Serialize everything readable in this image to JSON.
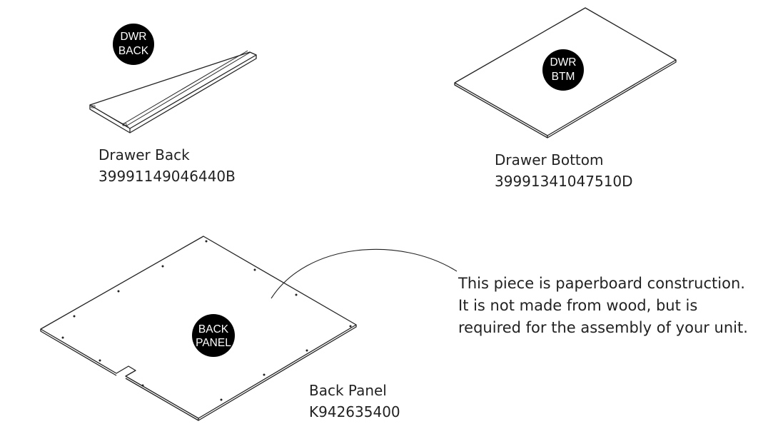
{
  "parts": [
    {
      "id": "drawer-back",
      "badge": [
        "DWR",
        "BACK"
      ],
      "name": "Drawer Back",
      "code": "39991149046440B"
    },
    {
      "id": "drawer-bottom",
      "badge": [
        "DWR",
        "BTM"
      ],
      "name": "Drawer Bottom",
      "code": "39991341047510D"
    },
    {
      "id": "back-panel",
      "badge": [
        "BACK",
        "PANEL"
      ],
      "name": "Back Panel",
      "code": "K942635400"
    }
  ],
  "note": {
    "lines": [
      "This piece is paperboard construction.",
      "It is not made from wood, but is",
      "required for the assembly of your unit."
    ]
  },
  "colors": {
    "line": "#222222",
    "badge": "#000000",
    "badge_text": "#ffffff"
  }
}
